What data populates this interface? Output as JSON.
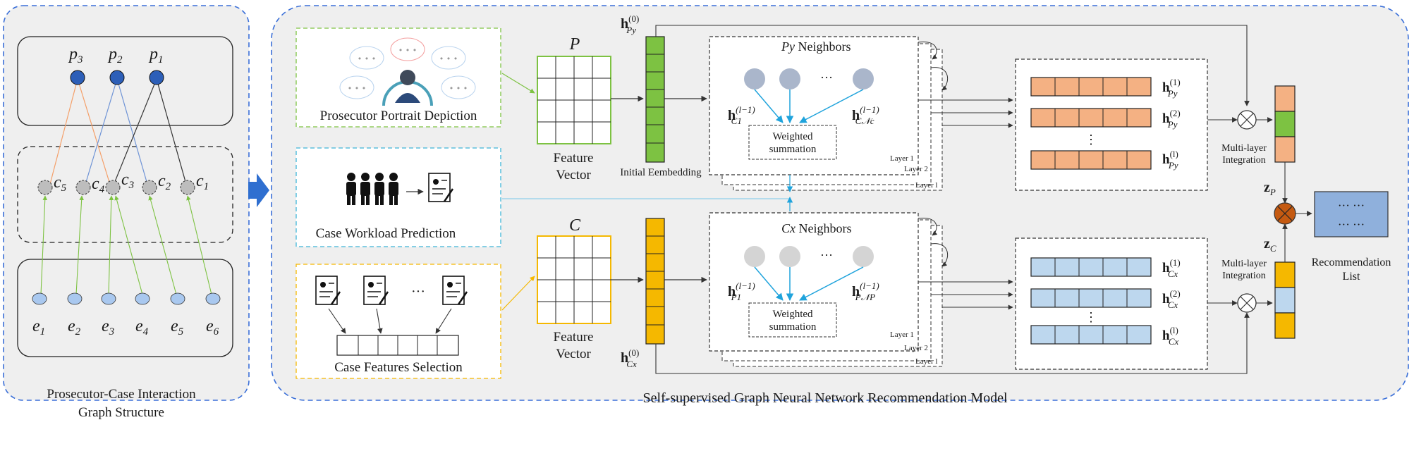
{
  "panels": {
    "left_caption_line1": "Prosecutor-Case Interaction",
    "left_caption_line2": "Graph Structure",
    "right_caption": "Self-supervised Graph Neural Network Recommendation Model"
  },
  "graph": {
    "prosecutors": [
      {
        "sym": "p",
        "sub": "3"
      },
      {
        "sym": "p",
        "sub": "2"
      },
      {
        "sym": "p",
        "sub": "1"
      }
    ],
    "cases": [
      {
        "sym": "c",
        "sub": "5"
      },
      {
        "sym": "c",
        "sub": "4"
      },
      {
        "sym": "c",
        "sub": "3"
      },
      {
        "sym": "c",
        "sub": "2"
      },
      {
        "sym": "c",
        "sub": "1"
      }
    ],
    "entities": [
      {
        "sym": "e",
        "sub": "1"
      },
      {
        "sym": "e",
        "sub": "2"
      },
      {
        "sym": "e",
        "sub": "3"
      },
      {
        "sym": "e",
        "sub": "4"
      },
      {
        "sym": "e",
        "sub": "5"
      },
      {
        "sym": "e",
        "sub": "6"
      }
    ]
  },
  "modules": {
    "portrait": {
      "label": "Prosecutor Portrait Depiction",
      "bubble_text": "• • •"
    },
    "workload": {
      "label": "Case Workload Prediction"
    },
    "features": {
      "label": "Case Features Selection",
      "ellipsis": "···"
    }
  },
  "feature_vectors": {
    "top": {
      "symbol": "P",
      "label_line1": "Feature",
      "label_line2": "Vector"
    },
    "bottom": {
      "symbol": "C",
      "label_line1": "Feature",
      "label_line2": "Vector"
    }
  },
  "embeddings": {
    "initial_label": "Initial Eembedding",
    "top_h": "h",
    "top_sup": "(0)",
    "top_sub": "Py",
    "bottom_h": "h",
    "bottom_sup": "(0)",
    "bottom_sub": "Cx"
  },
  "gnn_top": {
    "title_sym": "Py",
    "title_word": " Neighbors",
    "left_h": "h",
    "left_sup": "(l−1)",
    "left_sub": "C1",
    "right_h": "h",
    "right_sup": "(l−1)",
    "right_sub": "C𝒩c",
    "dots": "···",
    "weighted_line1": "Weighted",
    "weighted_line2": "summation",
    "layers": [
      "Layer 1",
      "Layer 2",
      "Layer l"
    ]
  },
  "gnn_bottom": {
    "title_sym": "Cx",
    "title_word": " Neighbors",
    "left_h": "h",
    "left_sup": "(l−1)",
    "left_sub": "P1",
    "right_h": "h",
    "right_sup": "(l−1)",
    "right_sub": "P𝒩P",
    "dots": "···",
    "weighted_line1": "Weighted",
    "weighted_line2": "summation",
    "layers": [
      "Layer 1",
      "Layer 2",
      "Layer l"
    ]
  },
  "outputs_top": {
    "rows": [
      {
        "h": "h",
        "sup": "(1)",
        "sub": "Py"
      },
      {
        "h": "h",
        "sup": "(2)",
        "sub": "Py"
      },
      {
        "h": "h",
        "sup": "(l)",
        "sub": "Py"
      }
    ],
    "vdots": "⋮"
  },
  "outputs_bottom": {
    "rows": [
      {
        "h": "h",
        "sup": "(1)",
        "sub": "Cx"
      },
      {
        "h": "h",
        "sup": "(2)",
        "sub": "Cx"
      },
      {
        "h": "h",
        "sup": "(l)",
        "sub": "Cx"
      }
    ],
    "vdots": "⋮"
  },
  "integration": {
    "top_line1": "Multi-layer",
    "top_line2": "Integration",
    "bottom_line1": "Multi-layer",
    "bottom_line2": "Integration",
    "zp": "z",
    "zp_sub": "P",
    "zc": "z",
    "zc_sub": "C"
  },
  "recommendation": {
    "dots_row1": "···  ···",
    "dots_row2": "···  ···",
    "label_line1": "Recommendation",
    "label_line2": "List"
  },
  "colors": {
    "panel_border": "#3a6fd8",
    "panel_fill": "#efefef",
    "prosecutor_node": "#2d5fb8",
    "case_node": "#bdbdbd",
    "entity_node": "#a9c8ef",
    "green_vec": "#7dc242",
    "yellow_vec": "#f5b800",
    "orange_vec": "#f4b183",
    "blue_vec": "#bdd7ee",
    "fusion_node": "#c55a11",
    "edge_orange": "#f4a06a",
    "edge_blue": "#6f94d6",
    "edge_green": "#7dc242",
    "arrow_cyan": "#1fa3dc"
  }
}
